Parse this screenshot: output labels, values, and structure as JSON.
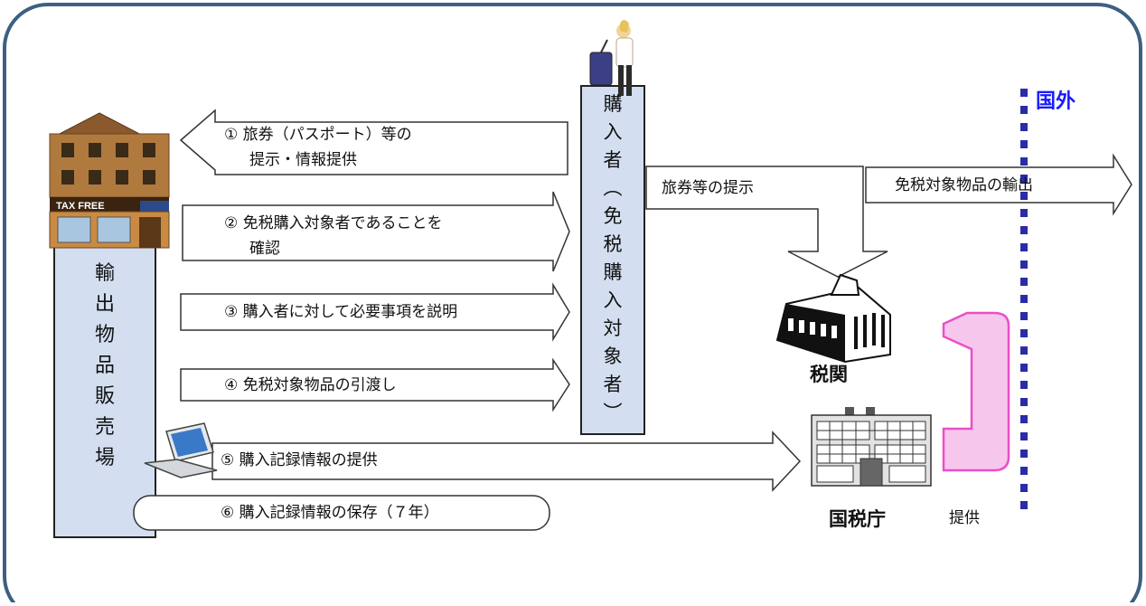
{
  "seller": {
    "label": "輸\n出\n物\n品\n販\n売\n場",
    "sign": "TAX FREE"
  },
  "buyer": {
    "label": "購\n入\n者\n︵\n免\n税\n購\n入\n対\n象\n者\n︶"
  },
  "steps": [
    {
      "line1": "①  旅券（パスポート）等の",
      "line2": "提示・情報提供"
    },
    {
      "line1": "②  免税購入対象者であることを",
      "line2": "確認"
    },
    {
      "line1": "③  購入者に対して必要事項を説明"
    },
    {
      "line1": "④  免税対象物品の引渡し"
    },
    {
      "line1": "⑤  購入記録情報の提供"
    },
    {
      "line1": "⑥  購入記録情報の保存（７年）"
    }
  ],
  "passport_present": "旅券等の提示",
  "export_goods": "免税対象物品の輸出",
  "customs": "税関",
  "nta": "国税庁",
  "provide": "提供",
  "overseas": "国外",
  "colors": {
    "border": "#3d5f82",
    "box_fill": "#d3dff0",
    "pink": "#f7c6ec",
    "pink_stroke": "#ea4fc7",
    "dotline": "#2b2ba8",
    "outside_text": "#1a1aff"
  }
}
